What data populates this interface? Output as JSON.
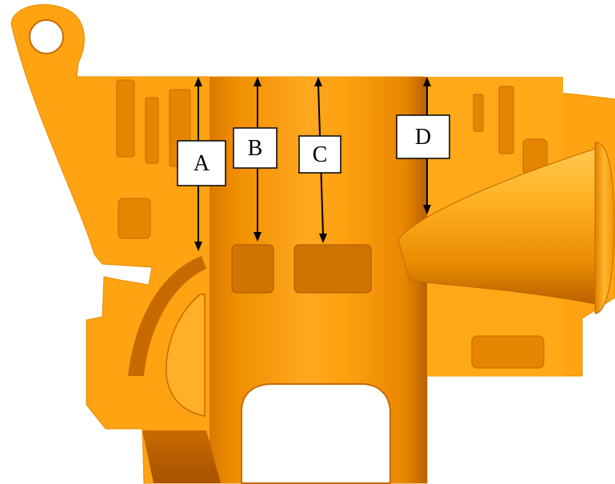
{
  "figure": {
    "labels": [
      {
        "id": "A",
        "text": "A"
      },
      {
        "id": "B",
        "text": "B"
      },
      {
        "id": "C",
        "text": "C"
      },
      {
        "id": "D",
        "text": "D"
      }
    ]
  },
  "colors": {
    "casting_base": "#FFA312",
    "casting_mid": "#F59400",
    "casting_dark": "#C66A00",
    "casting_deep": "#A85500",
    "casting_light": "#FFC040",
    "arrow": "#000000",
    "label_fill": "#FFFFFF",
    "label_stroke": "#000000"
  }
}
